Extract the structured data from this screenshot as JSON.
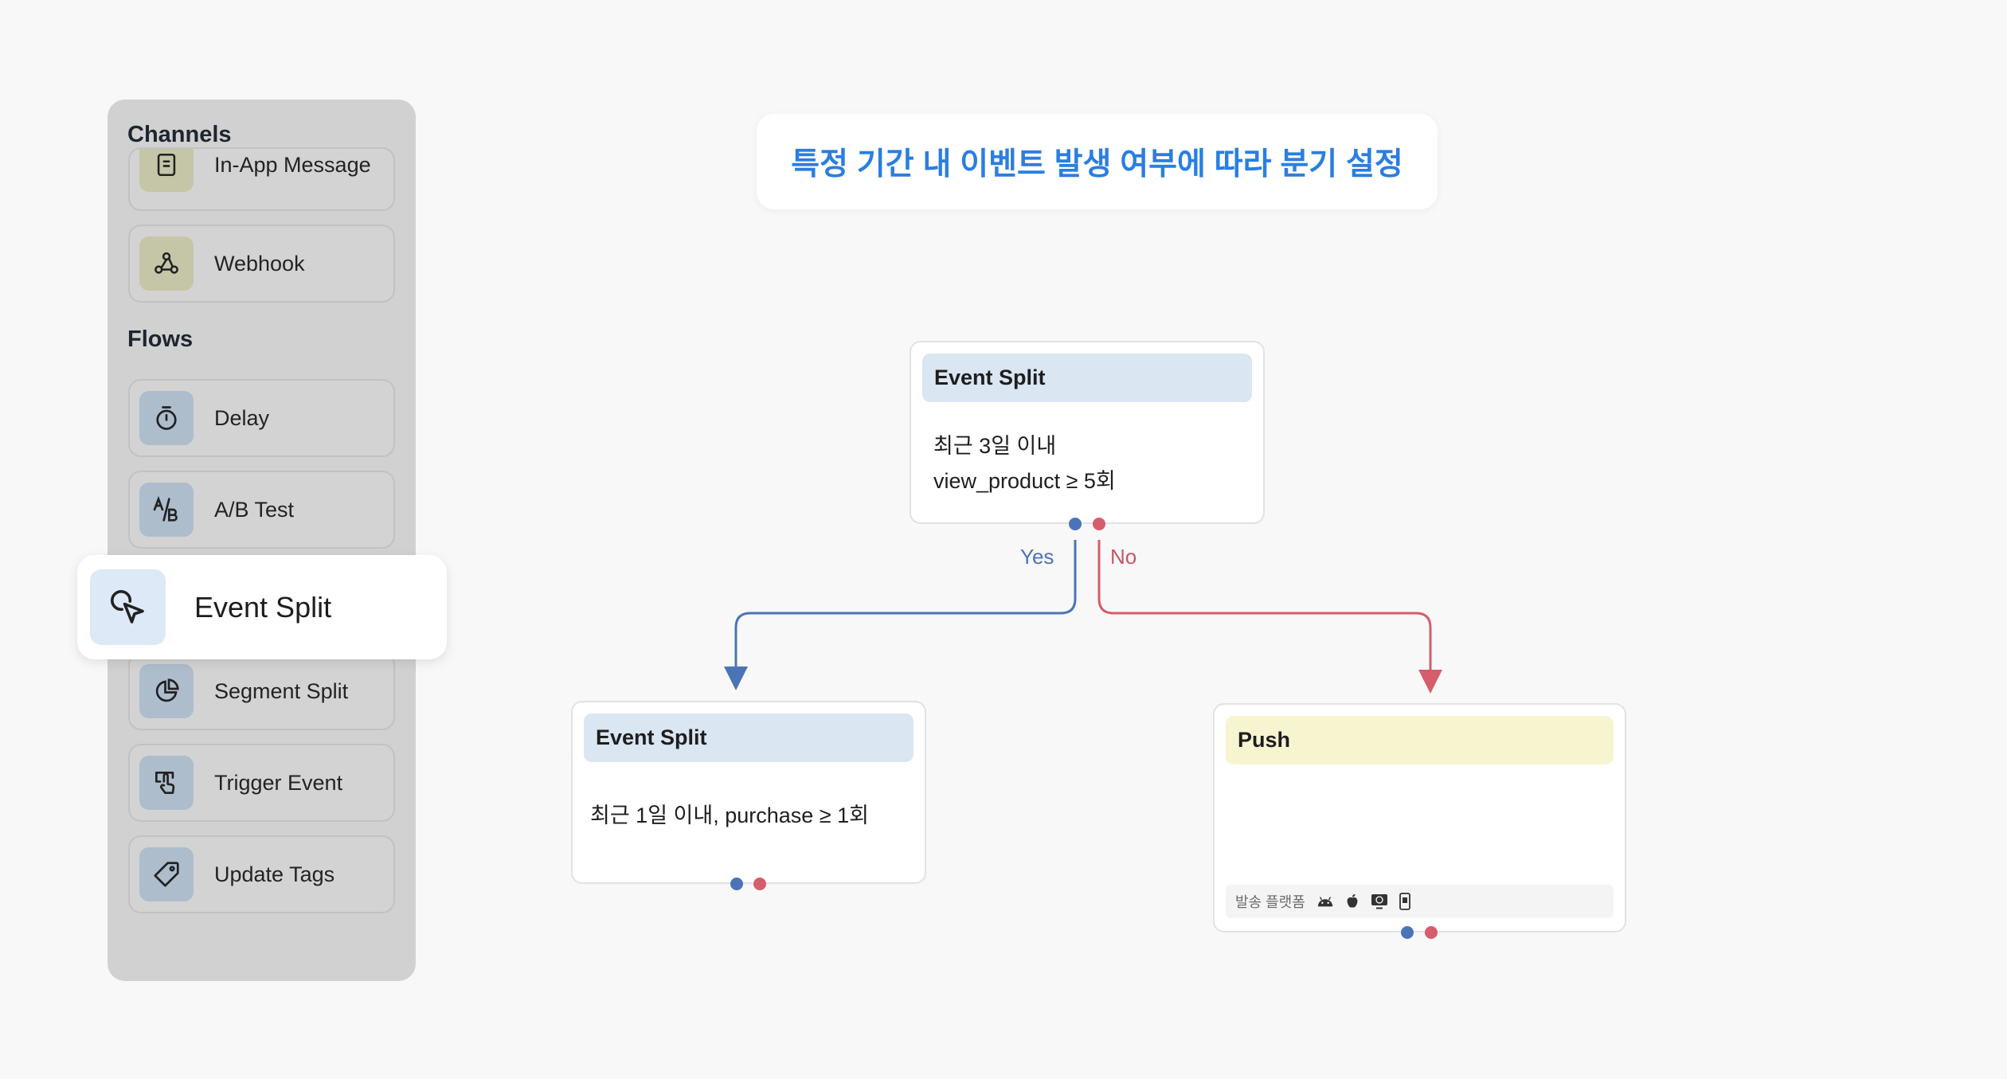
{
  "sidebar": {
    "channels_title": "Channels",
    "flows_title": "Flows",
    "channel_items": [
      {
        "label": "In-App Message",
        "icon": "in-app-message-icon"
      },
      {
        "label": "Webhook",
        "icon": "webhook-icon"
      }
    ],
    "flow_items": [
      {
        "label": "Delay",
        "icon": "timer-icon"
      },
      {
        "label": "A/B Test",
        "icon": "ab-test-icon"
      },
      {
        "label": "Event Split",
        "icon": "cursor-click-icon"
      },
      {
        "label": "Segment Split",
        "icon": "pie-chart-icon"
      },
      {
        "label": "Trigger Event",
        "icon": "touch-trigger-icon"
      },
      {
        "label": "Update Tags",
        "icon": "tag-icon"
      }
    ]
  },
  "dragging_card": {
    "label": "Event Split",
    "icon": "cursor-click-icon"
  },
  "banner": {
    "text": "특정 기간 내 이벤트 발생 여부에 따라 분기 설정"
  },
  "nodes": {
    "root": {
      "title": "Event Split",
      "line1": "최근 3일 이내",
      "line2": "view_product ≥ 5회"
    },
    "yes_node": {
      "title": "Event Split",
      "line1": "최근 1일 이내, purchase ≥ 1회"
    },
    "no_node": {
      "title": "Push",
      "platform_label": "발송 플랫폼",
      "platforms": [
        "android-icon",
        "apple-icon",
        "web-icon",
        "mobile-icon"
      ]
    }
  },
  "edges": {
    "yes_label": "Yes",
    "no_label": "No"
  },
  "colors": {
    "yes": "#4a74b6",
    "no": "#d65d6b",
    "accent": "#2a7ee0"
  }
}
